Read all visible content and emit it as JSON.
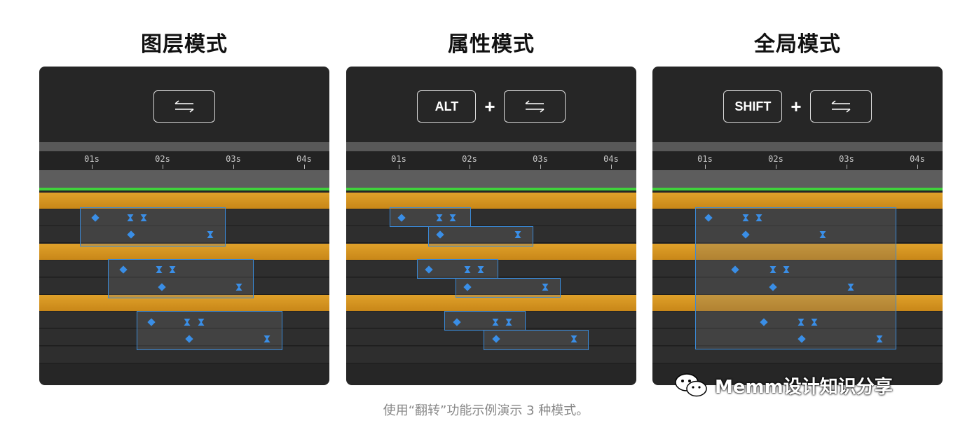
{
  "panels": [
    {
      "title": "图层模式",
      "keys": [
        {
          "type": "swap-icon",
          "label": ""
        }
      ],
      "ticks": [
        "01s",
        "02s",
        "03s",
        "04s"
      ]
    },
    {
      "title": "属性模式",
      "keys": [
        {
          "type": "text",
          "label": "ALT"
        },
        {
          "type": "plus",
          "label": "+"
        },
        {
          "type": "swap-icon",
          "label": ""
        }
      ],
      "ticks": [
        "01s",
        "02s",
        "03s",
        "04s"
      ]
    },
    {
      "title": "全局模式",
      "keys": [
        {
          "type": "text",
          "label": "SHIFT"
        },
        {
          "type": "plus",
          "label": "+"
        },
        {
          "type": "swap-icon",
          "label": ""
        }
      ],
      "ticks": [
        "01s",
        "02s",
        "03s",
        "04s"
      ]
    }
  ],
  "caption": "使用“翻转”功能示例演示 3 种模式。",
  "watermark": "Memm设计知识分享",
  "colors": {
    "panel_bg": "#262626",
    "gold_layer": "#e0a12a",
    "keyframe_blue": "#3a8ee6",
    "timeline_green": "#3fd23b"
  },
  "icons": [
    "swap-arrows-icon",
    "diamond-keyframe-icon",
    "easy-ease-keyframe-icon",
    "wechat-icon"
  ]
}
